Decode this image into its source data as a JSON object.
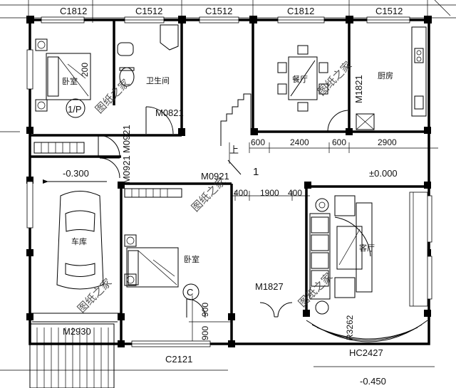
{
  "windows": {
    "top_1": "C1812",
    "top_2": "C1512",
    "top_3": "C1512",
    "top_4": "C1812",
    "top_5": "C1512",
    "bottom": "C2121",
    "garage_door": "M2930",
    "bay": "HC2427"
  },
  "doors": {
    "bath": "M0821",
    "hall_vertical": "M0921",
    "hall_vertical_2": "M0921",
    "hall_horizontal": "M0921",
    "entry": "M1827",
    "kitchen_side": "M1821"
  },
  "rooms": {
    "bedroom_top": "卧室",
    "bathroom": "卫生间",
    "dining": "餐厅",
    "kitchen": "厨房",
    "garage": "车库",
    "bedroom_bottom": "卧室",
    "living": "客厅"
  },
  "dimensions": {
    "d600a": "600",
    "d2400": "2400",
    "d600b": "600",
    "d2900": "2900",
    "d400a": "400",
    "d1900": "1900",
    "d400b": "400",
    "d900a": "900",
    "d900b": "900",
    "d200": "200",
    "r3262": "R3262"
  },
  "levels": {
    "garage": "-0.300",
    "main": "±0.000",
    "outside": "-0.450"
  },
  "markers": {
    "axis_1p": "1/P",
    "axis_c": "C",
    "axis_1": "1",
    "stair_up": "上"
  },
  "watermark": "图纸之家"
}
